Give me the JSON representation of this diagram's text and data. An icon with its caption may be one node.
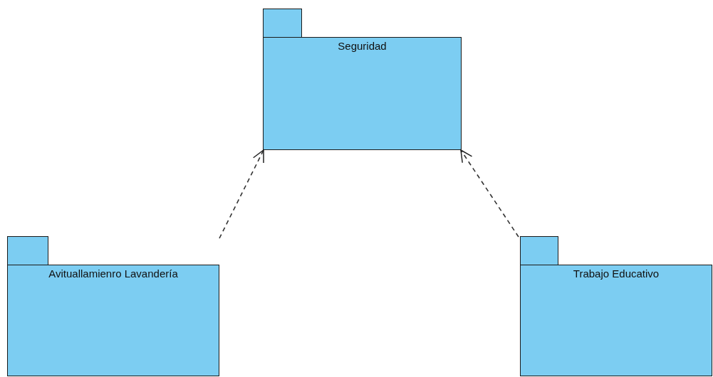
{
  "diagram": {
    "nodes": [
      {
        "text": [
          "Seguridad"
        ]
      },
      {
        "text": [
          "Avituallamienro Lavandería"
        ]
      },
      {
        "text": [
          "Trabajo Educativo"
        ]
      }
    ],
    "edges": [
      {
        "from": 1,
        "to": 0,
        "arrow": "to",
        "style": "dashed"
      },
      {
        "from": 2,
        "to": 0,
        "arrow": "to",
        "style": "dashed"
      }
    ]
  }
}
